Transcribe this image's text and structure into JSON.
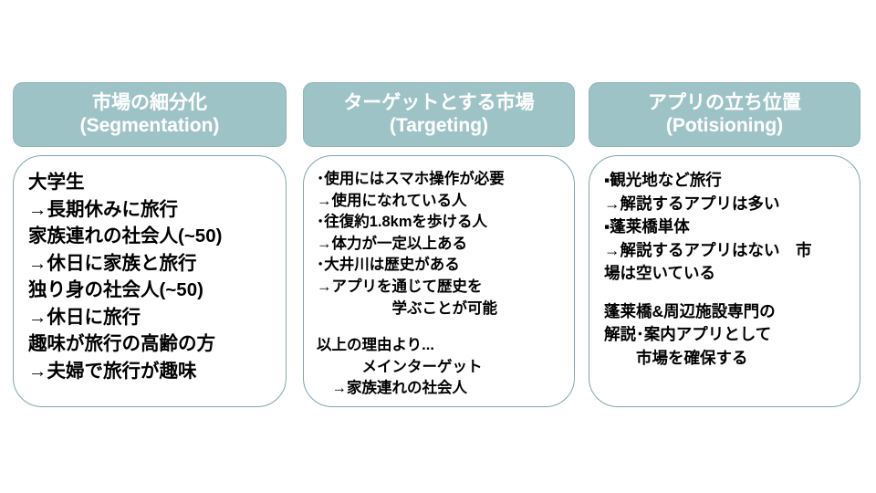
{
  "slide": {
    "background_color": "#ffffff",
    "header_fill_color": "#9ec3c6",
    "header_text_color": "#ffffff",
    "body_border_color": "#7fa7ae",
    "body_text_color": "#000000"
  },
  "columns": [
    {
      "id": "segmentation",
      "header": {
        "ja": "市場の細分化",
        "en": "(Segmentation)"
      },
      "body": {
        "blocks": [
          {
            "lines": [
              "大学生",
              "→長期休みに旅行",
              "家族連れの社会人(~50)",
              "→休日に家族と旅行",
              "独り身の社会人(~50)",
              "→休日に旅行",
              "趣味が旅行の高齢の方",
              "→夫婦で旅行が趣味"
            ]
          }
        ]
      }
    },
    {
      "id": "targeting",
      "header": {
        "ja": "ターゲットとする市場",
        "en": "(Targeting)"
      },
      "body": {
        "blocks": [
          {
            "lines": [
              "･使用にはスマホ操作が必要",
              "→使用になれている人",
              "･往復約1.8kmを歩ける人",
              "→体力が一定以上ある",
              "･大井川は歴史がある",
              "→アプリを通じて歴史を",
              "　　　　　学ぶことが可能"
            ]
          },
          {
            "lines": [
              "以上の理由より...",
              "　　　メインターゲット",
              "　→家族連れの社会人"
            ]
          }
        ]
      }
    },
    {
      "id": "positioning",
      "header": {
        "ja": "アプリの立ち位置",
        "en": "(Potisioning)"
      },
      "body": {
        "blocks": [
          {
            "lines": [
              "▪観光地など旅行",
              "→解説するアプリは多い",
              "▪蓬莱橋単体",
              "→解説するアプリはない　市",
              "場は空いている"
            ]
          },
          {
            "lines": [
              "蓬莱橋&周辺施設専門の",
              "解説･案内アプリとして",
              "　　市場を確保する"
            ]
          }
        ]
      }
    }
  ]
}
